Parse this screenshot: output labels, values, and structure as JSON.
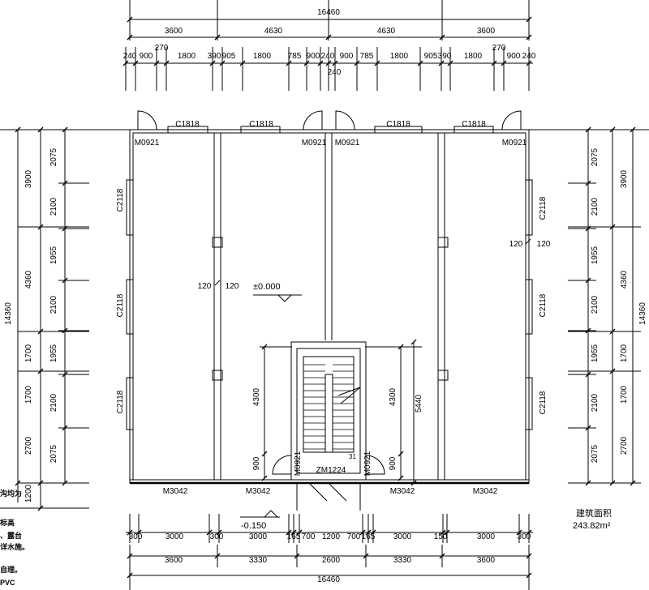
{
  "dimensions": {
    "top_overall": "16460",
    "top_bays": [
      "3600",
      "4630",
      "4630",
      "3600"
    ],
    "top_details": [
      "240",
      "900",
      "270",
      "1800",
      "390",
      "905",
      "1800",
      "785",
      "900",
      "240",
      "900",
      "785",
      "1800",
      "905",
      "390",
      "1800",
      "270",
      "900",
      "240"
    ],
    "top_center_extra": "240",
    "bottom_details": [
      "300",
      "3000",
      "300",
      "3000",
      "165",
      "700",
      "1200",
      "700",
      "165",
      "3000",
      "150",
      "3000",
      "300"
    ],
    "bottom_bays": [
      "3600",
      "3330",
      "2600",
      "3330",
      "3600"
    ],
    "bottom_overall": "16460",
    "left_overall": "14360",
    "left_mid": [
      "3900",
      "4360",
      "1700",
      "1700",
      "2700",
      "1200"
    ],
    "left_inner": [
      "2075",
      "2100",
      "1955",
      "2100",
      "1955",
      "2100",
      "2075"
    ],
    "right_overall": "14360",
    "right_mid": [
      "3900",
      "4360",
      "1700",
      "1700",
      "2700"
    ],
    "right_inner": [
      "2075",
      "2100",
      "1955",
      "2100",
      "1955",
      "2100",
      "2075"
    ],
    "stair_left_a": "4300",
    "stair_left_b": "900",
    "stair_right_a": "4300",
    "stair_right_b": "900",
    "stair_outer": "5440",
    "wall_left_a": "120",
    "wall_left_b": "120",
    "wall_right_a": "120",
    "wall_right_b": "120"
  },
  "labels": {
    "windows_top": [
      "C1818",
      "C1818",
      "C1818",
      "C1818"
    ],
    "doors_top": [
      "M0921",
      "M0921",
      "M0921",
      "M0921"
    ],
    "windows_left": [
      "C2118",
      "C2118",
      "C2118"
    ],
    "windows_right": [
      "C2118",
      "C2118",
      "C2118"
    ],
    "doors_bottom": [
      "M3042",
      "M3042",
      "M3042",
      "M3042"
    ],
    "stair_doors": [
      "M0921",
      "M0921"
    ],
    "entry_door": "ZM1224",
    "level_zero": "±0.000",
    "level_minus": "-0.150",
    "stair_mark": "31"
  },
  "area": {
    "title": "建筑面积",
    "value": "243.82m²"
  },
  "notes": [
    "沟均为",
    "标高",
    "、露台",
    "详水施。",
    "自理。",
    "PVC"
  ]
}
